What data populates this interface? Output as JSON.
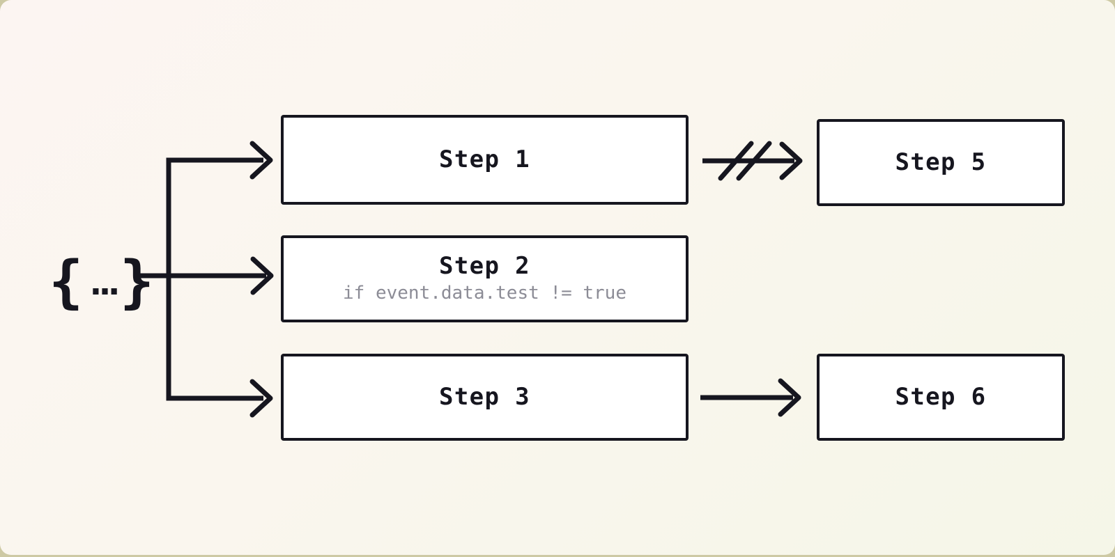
{
  "page": {
    "background_color": "#cdc9a4",
    "card_gradient": [
      "#fcf5f2",
      "#faf6ee",
      "#f5f6e8"
    ]
  },
  "colors": {
    "ink": "#16161f",
    "muted_text": "#8c8c96",
    "node_background": "#ffffff"
  },
  "trigger": {
    "open_brace": "{",
    "dots": "...",
    "close_brace": "}"
  },
  "nodes": {
    "step1": {
      "label": "Step 1"
    },
    "step2": {
      "label": "Step 2",
      "condition": "if event.data.test != true"
    },
    "step3": {
      "label": "Step 3"
    },
    "step5": {
      "label": "Step 5"
    },
    "step6": {
      "label": "Step 6"
    }
  },
  "edges": [
    {
      "from": "event-payload",
      "to": "step1",
      "style": "arrow"
    },
    {
      "from": "event-payload",
      "to": "step2",
      "style": "arrow"
    },
    {
      "from": "event-payload",
      "to": "step3",
      "style": "arrow"
    },
    {
      "from": "step1",
      "to": "step5",
      "style": "cancelled-arrow"
    },
    {
      "from": "step3",
      "to": "step6",
      "style": "arrow"
    }
  ]
}
